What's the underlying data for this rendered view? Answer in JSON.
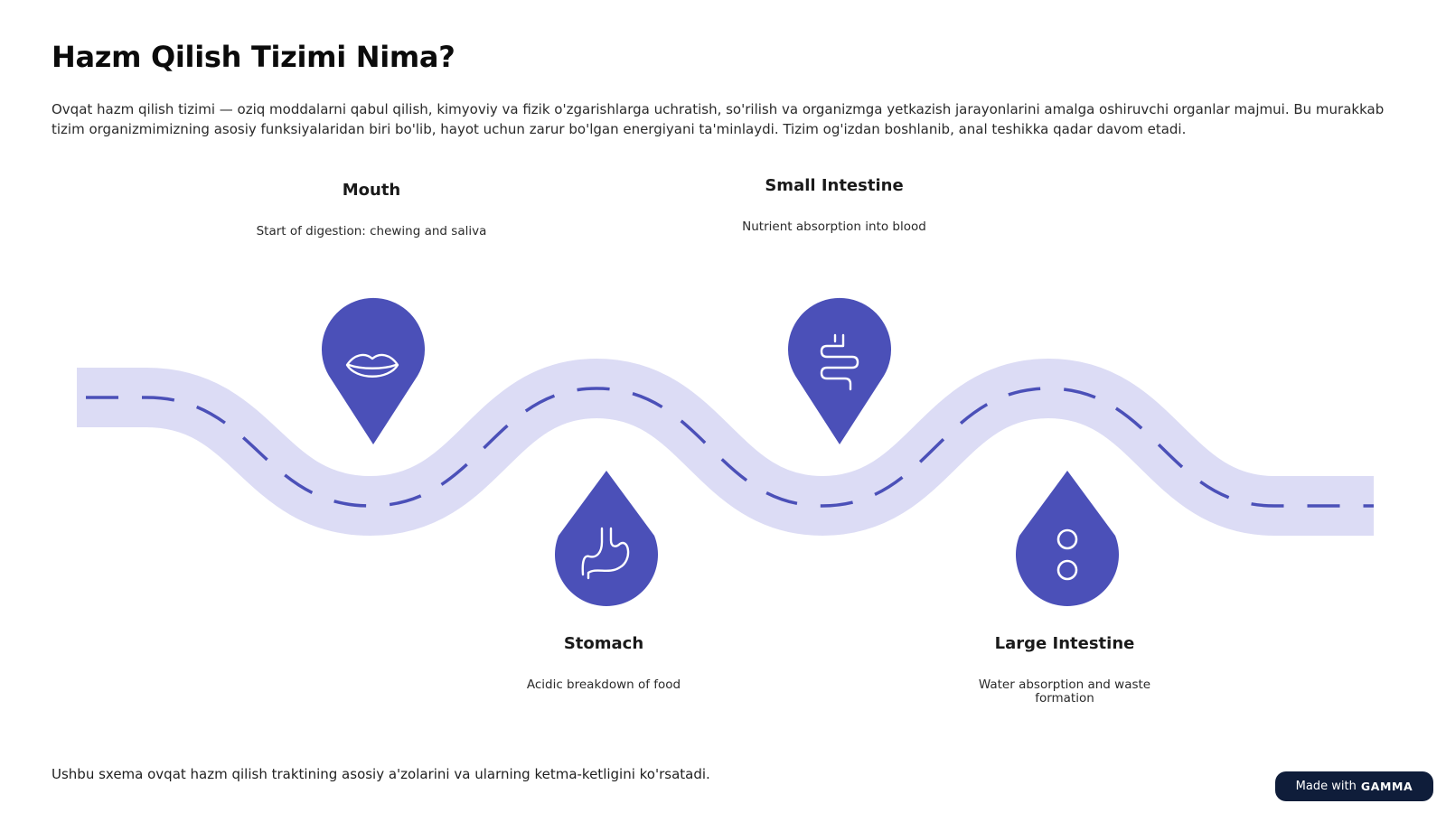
{
  "header": {
    "title": "Hazm Qilish Tizimi Nima?",
    "intro": "Ovqat hazm qilish tizimi — oziq moddalarni qabul qilish, kimyoviy va fizik o'zgarishlarga uchratish, so'rilish va organizmga yetkazish jarayonlarini amalga oshiruvchi organlar majmui. Bu murakkab tizim organizmimizning asosiy funksiyalaridan biri bo'lib, hayot uchun zarur bo'lgan energiyani ta'minlaydi. Tizim og'izdan boshlanib, anal teshikka qadar davom etadi."
  },
  "steps": [
    {
      "title": "Mouth",
      "description": "Start of digestion: chewing and saliva",
      "icon": "lips-icon"
    },
    {
      "title": "Stomach",
      "description": "Acidic breakdown of food",
      "icon": "stomach-icon"
    },
    {
      "title": "Small Intestine",
      "description": "Nutrient absorption into blood",
      "icon": "intestine-icon"
    },
    {
      "title": "Large Intestine",
      "description": "Water absorption and waste formation",
      "icon": "colon-icon"
    }
  ],
  "footer": {
    "caption": "Ushbu sxema ovqat hazm qilish traktining asosiy a'zolarini va ularning ketma-ketligini ko'rsatadi.",
    "badge_prefix": "Made with",
    "badge_brand": "GAMMA"
  },
  "colors": {
    "road": "#dcdcf5",
    "accent": "#4b50b8",
    "badge_background": "#0f1d3a"
  }
}
